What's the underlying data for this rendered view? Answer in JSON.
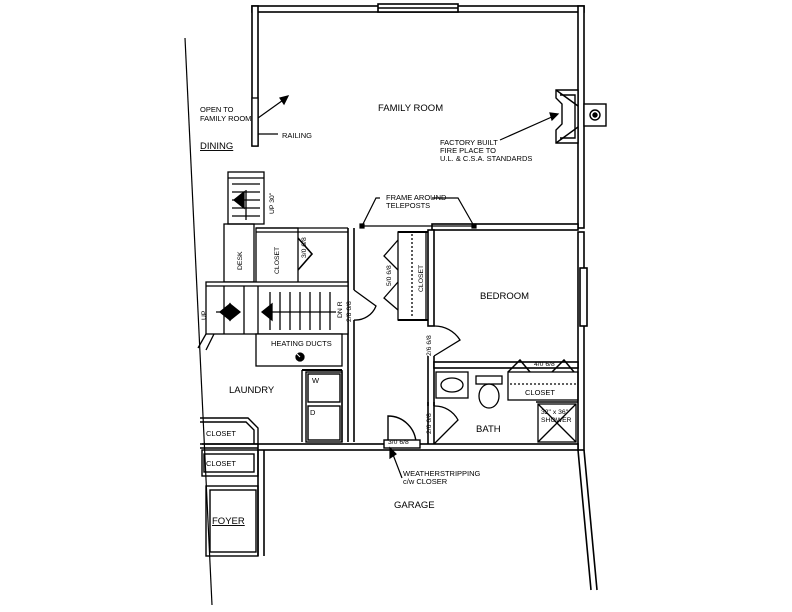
{
  "rooms": {
    "family_room": "FAMILY ROOM",
    "bedroom": "BEDROOM",
    "laundry": "LAUNDRY",
    "bath": "BATH",
    "garage": "GARAGE",
    "dining": "DINING",
    "foyer": "FOYER"
  },
  "labels": {
    "open_to_line1": "OPEN TO",
    "open_to_line2": "FAMILY ROOM",
    "railing": "RAILING",
    "fireplace_line1": "FACTORY BUILT",
    "fireplace_line2": "FIRE PLACE TO",
    "fireplace_line3": "U.L. & C.S.A. STANDARDS",
    "frame_line1": "FRAME AROUND",
    "frame_line2": "TELEPOSTS",
    "up_30": "UP 30\"",
    "desk": "DESK",
    "closet_stair": "CLOSET",
    "closet_stair_door": "3/0 6/8",
    "bedroom_closet_door": "5/0 6/8",
    "bedroom_closet": "CLOSET",
    "up_left": "UP",
    "stair_dnr": "DN R",
    "stair_door": "2/8 6/8",
    "heating_ducts": "HEATING DUCTS",
    "washer": "W",
    "dryer": "D",
    "closet_upper": "CLOSET",
    "closet_lower": "CLOSET",
    "door_bedroom": "2/6 6/8",
    "door_bath": "2/6 6/8",
    "door_garage": "3/0 6/8",
    "weather_line1": "WEATHERSTRIPPING",
    "weather_line2": "c/w CLOSER",
    "bath_closet_door": "4/0 6/8",
    "bath_closet": "CLOSET",
    "shower_line1": "32\" x 36\"",
    "shower_line2": "SHOWER"
  }
}
